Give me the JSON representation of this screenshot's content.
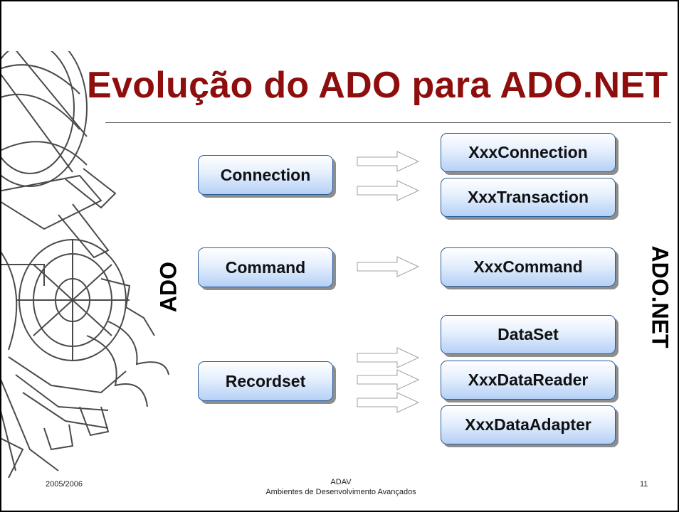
{
  "slide": {
    "title": "Evolução do ADO para ADO.NET",
    "colors": {
      "title": "#8e0d0d",
      "arrow": "#e0309a",
      "box_border": "#2b5d96"
    }
  },
  "diagram": {
    "ado_label": "ADO",
    "adonet_label": "ADO.NET",
    "ado_objects": {
      "connection": "Connection",
      "command": "Command",
      "recordset": "Recordset"
    },
    "adonet_objects": {
      "xxx_connection": "XxxConnection",
      "xxx_transaction": "XxxTransaction",
      "xxx_command": "XxxCommand",
      "dataset": "DataSet",
      "xxx_datareader": "XxxDataReader",
      "xxx_dataadapter": "XxxDataAdapter"
    },
    "mappings": [
      {
        "from": "Connection",
        "to": "XxxConnection"
      },
      {
        "from": "Connection",
        "to": "XxxTransaction"
      },
      {
        "from": "Command",
        "to": "XxxCommand"
      },
      {
        "from": "Recordset",
        "to": "DataSet"
      },
      {
        "from": "Recordset",
        "to": "XxxDataReader"
      },
      {
        "from": "Recordset",
        "to": "XxxDataAdapter"
      }
    ]
  },
  "footer": {
    "year": "2005/2006",
    "course_code": "ADAV",
    "course_name": "Ambientes de Desenvolvimento Avançados",
    "page_number": "11"
  }
}
